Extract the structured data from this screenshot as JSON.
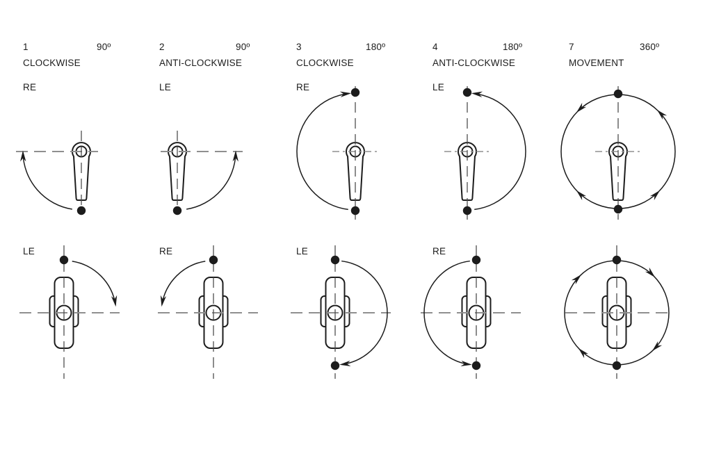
{
  "figure_title": "",
  "colors": {
    "ink": "#1c1c1c",
    "centerline_horizontal": "#8f8f8f",
    "centerline_vertical": "#474747",
    "background": "#ffffff"
  },
  "columns": [
    {
      "number": "1",
      "angle": "90º",
      "direction": "CLOCKWISE",
      "top": {
        "hand": "RE",
        "motion": "arc-bottom-to-left"
      },
      "bottom": {
        "hand": "LE",
        "motion": "arc-top-to-right"
      }
    },
    {
      "number": "2",
      "angle": "90º",
      "direction": "ANTI-CLOCKWISE",
      "top": {
        "hand": "LE",
        "motion": "arc-bottom-to-right"
      },
      "bottom": {
        "hand": "RE",
        "motion": "arc-top-to-left"
      }
    },
    {
      "number": "3",
      "angle": "180º",
      "direction": "CLOCKWISE",
      "top": {
        "hand": "RE",
        "motion": "arc-bottom-left-to-top"
      },
      "bottom": {
        "hand": "LE",
        "motion": "arc-top-right-to-bottom"
      }
    },
    {
      "number": "4",
      "angle": "180º",
      "direction": "ANTI-CLOCKWISE",
      "top": {
        "hand": "LE",
        "motion": "arc-bottom-right-to-top"
      },
      "bottom": {
        "hand": "RE",
        "motion": "arc-top-left-to-bottom"
      }
    },
    {
      "number": "7",
      "angle": "360º",
      "direction": "MOVEMENT",
      "top": {
        "hand": "",
        "motion": "circle-anticlockwise"
      },
      "bottom": {
        "hand": "",
        "motion": "circle-clockwise"
      }
    }
  ]
}
